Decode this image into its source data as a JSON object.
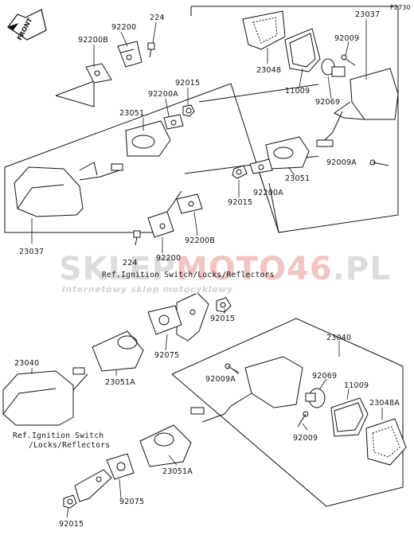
{
  "figure_code": "F2730",
  "front_label": "FRONT",
  "watermark": {
    "brand_a": "SKLEP",
    "brand_b": "MOTO46",
    "brand_c": ".PL",
    "tagline": "internetowy sklep motocyklowy"
  },
  "refs": {
    "upper": "Ref.Ignition Switch/Locks/Reflectors",
    "lower_line1": "Ref.Ignition Switch",
    "lower_line2": "/Locks/Reflectors"
  },
  "labels": {
    "l01": "92200B",
    "l02": "92200",
    "l03": "224",
    "l04": "23037",
    "l05": "92009",
    "l06": "23048",
    "l07": "11009",
    "l08": "92069",
    "l09": "92015",
    "l10": "92200A",
    "l11": "23051",
    "l12": "23051",
    "l13": "92009A",
    "l14": "92015",
    "l15": "92200A",
    "l16": "92200B",
    "l17": "23037",
    "l18": "224",
    "l19": "92200",
    "l20": "92015",
    "l21": "92075",
    "l22": "23051A",
    "l23": "23040",
    "l24": "23040",
    "l25": "92009A",
    "l26": "92069",
    "l27": "11009",
    "l28": "23048A",
    "l29": "92009",
    "l30": "23051A",
    "l31": "92075",
    "l32": "92015"
  }
}
